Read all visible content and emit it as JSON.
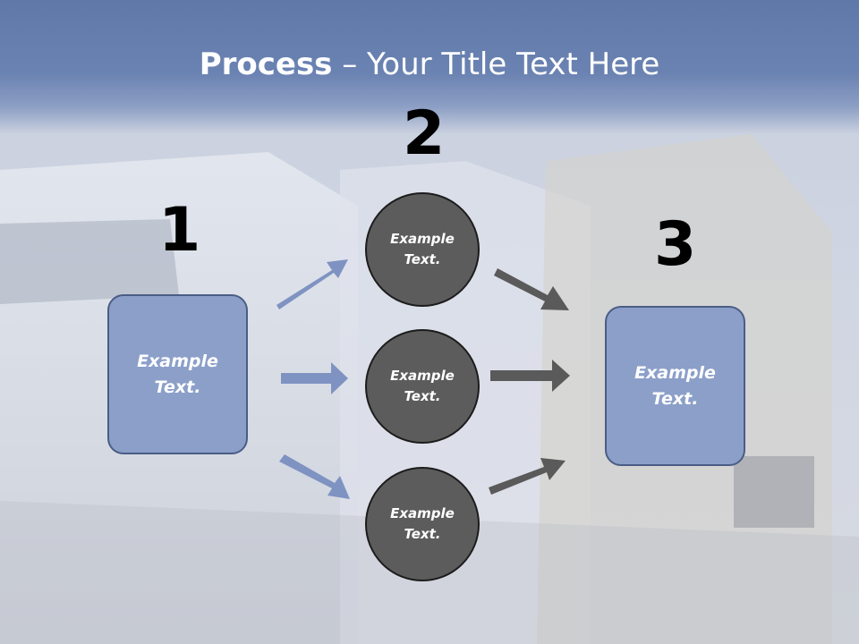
{
  "title": {
    "bold": "Process",
    "rest": " – Your Title Text Here"
  },
  "steps": {
    "one": {
      "number": "1",
      "text_line1": "Example",
      "text_line2": "Text."
    },
    "two": {
      "number": "2"
    },
    "three": {
      "number": "3",
      "text_line1": "Example",
      "text_line2": "Text."
    }
  },
  "circles": [
    {
      "line1": "Example",
      "line2": "Text."
    },
    {
      "line1": "Example",
      "line2": "Text."
    },
    {
      "line1": "Example",
      "line2": "Text."
    }
  ],
  "colors": {
    "box_fill": "#8b9fc9",
    "circle_fill": "#5c5c5c",
    "left_arrow": "#7f93c2",
    "right_arrow": "#5a5a5a",
    "title_band": "#6b83b2"
  }
}
